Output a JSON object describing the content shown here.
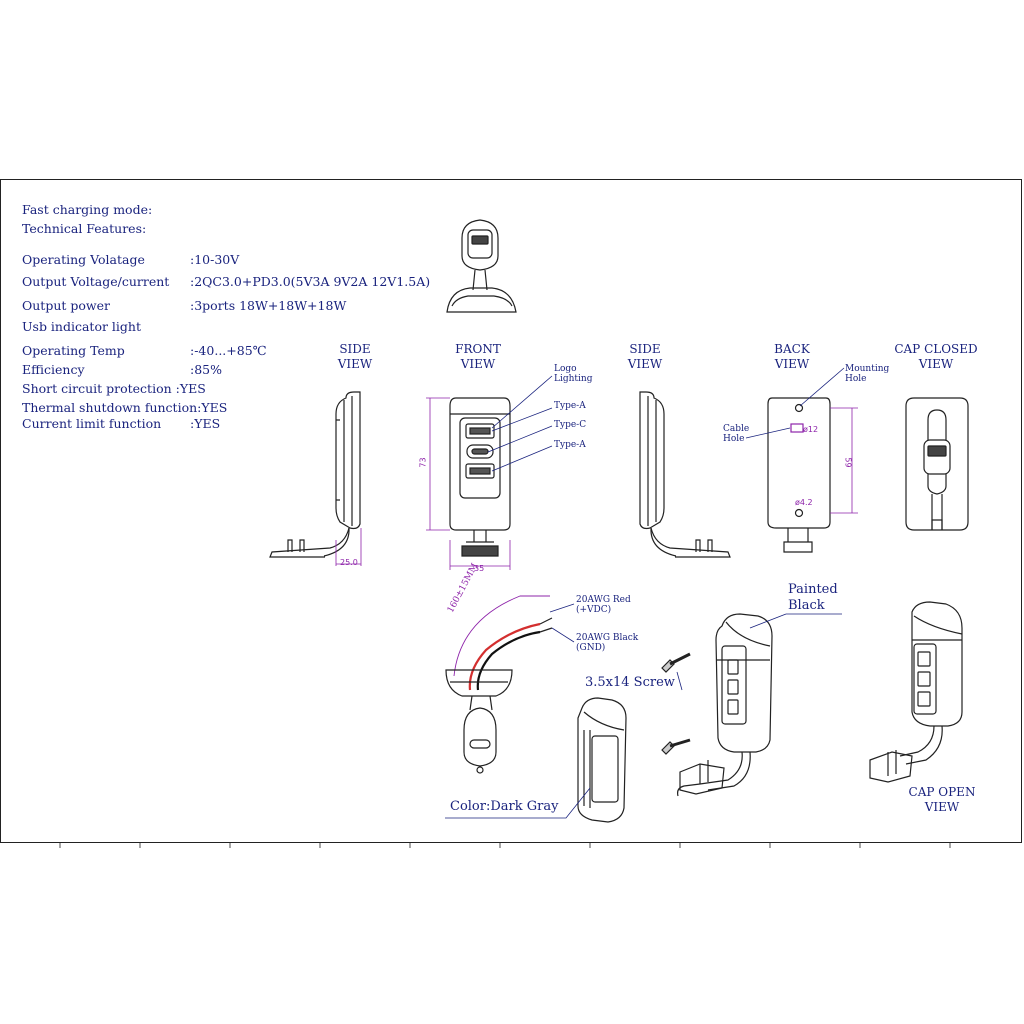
{
  "specs": {
    "fast_charging_mode": "Fast charging mode:",
    "technical_features": "Technical Features:",
    "rows": [
      {
        "key": "Operating Volatage",
        "value": ":10-30V"
      },
      {
        "key": "Output Voltage/current",
        "value": ":2QC3.0+PD3.0(5V3A 9V2A 12V1.5A)"
      },
      {
        "key": "Output power",
        "value": ":3ports 18W+18W+18W"
      },
      {
        "key": "Usb indicator light",
        "value": ""
      },
      {
        "key": "Operating Temp",
        "value": ":-40...+85℃"
      },
      {
        "key": "Efficiency",
        "value": ":85%"
      },
      {
        "key": "Short circuit protection",
        "value": ":YES"
      },
      {
        "key": "Thermal shutdown function",
        "value": ":YES"
      },
      {
        "key": "Current limit function",
        "value": ":YES"
      }
    ]
  },
  "views": {
    "side_view_1": [
      "SIDE",
      "VIEW"
    ],
    "front_view": [
      "FRONT",
      "VIEW"
    ],
    "side_view_2": [
      "SIDE",
      "VIEW"
    ],
    "back_view": [
      "BACK",
      "VIEW"
    ],
    "cap_closed": [
      "CAP CLOSED",
      "VIEW"
    ],
    "cap_open": [
      "CAP OPEN",
      "VIEW"
    ]
  },
  "callouts": {
    "logo_lighting": [
      "Logo",
      "Lighting"
    ],
    "type_a_1": "Type-A",
    "type_c": "Type-C",
    "type_a_2": "Type-A",
    "mounting_hole": [
      "Mounting",
      "Hole"
    ],
    "cable_hole": [
      "Cable",
      "Hole"
    ],
    "wire_red": [
      "20AWG Red",
      "(+VDC)"
    ],
    "wire_black": [
      "20AWG Black",
      "(GND)"
    ],
    "wire_length": "160±15MM",
    "painted_black": [
      "Painted",
      "Black"
    ],
    "screw": "3.5x14 Screw",
    "color": "Color:Dark Gray"
  },
  "dimensions": {
    "side_depth": "25.0",
    "front_height": "73",
    "front_width": "35",
    "back_height": "59",
    "cable_hole_dia": "ø12",
    "mount_hole_dia": "ø4.2"
  },
  "icons": [
    "usb-icon",
    "usb-c-icon",
    "screw-icon"
  ]
}
